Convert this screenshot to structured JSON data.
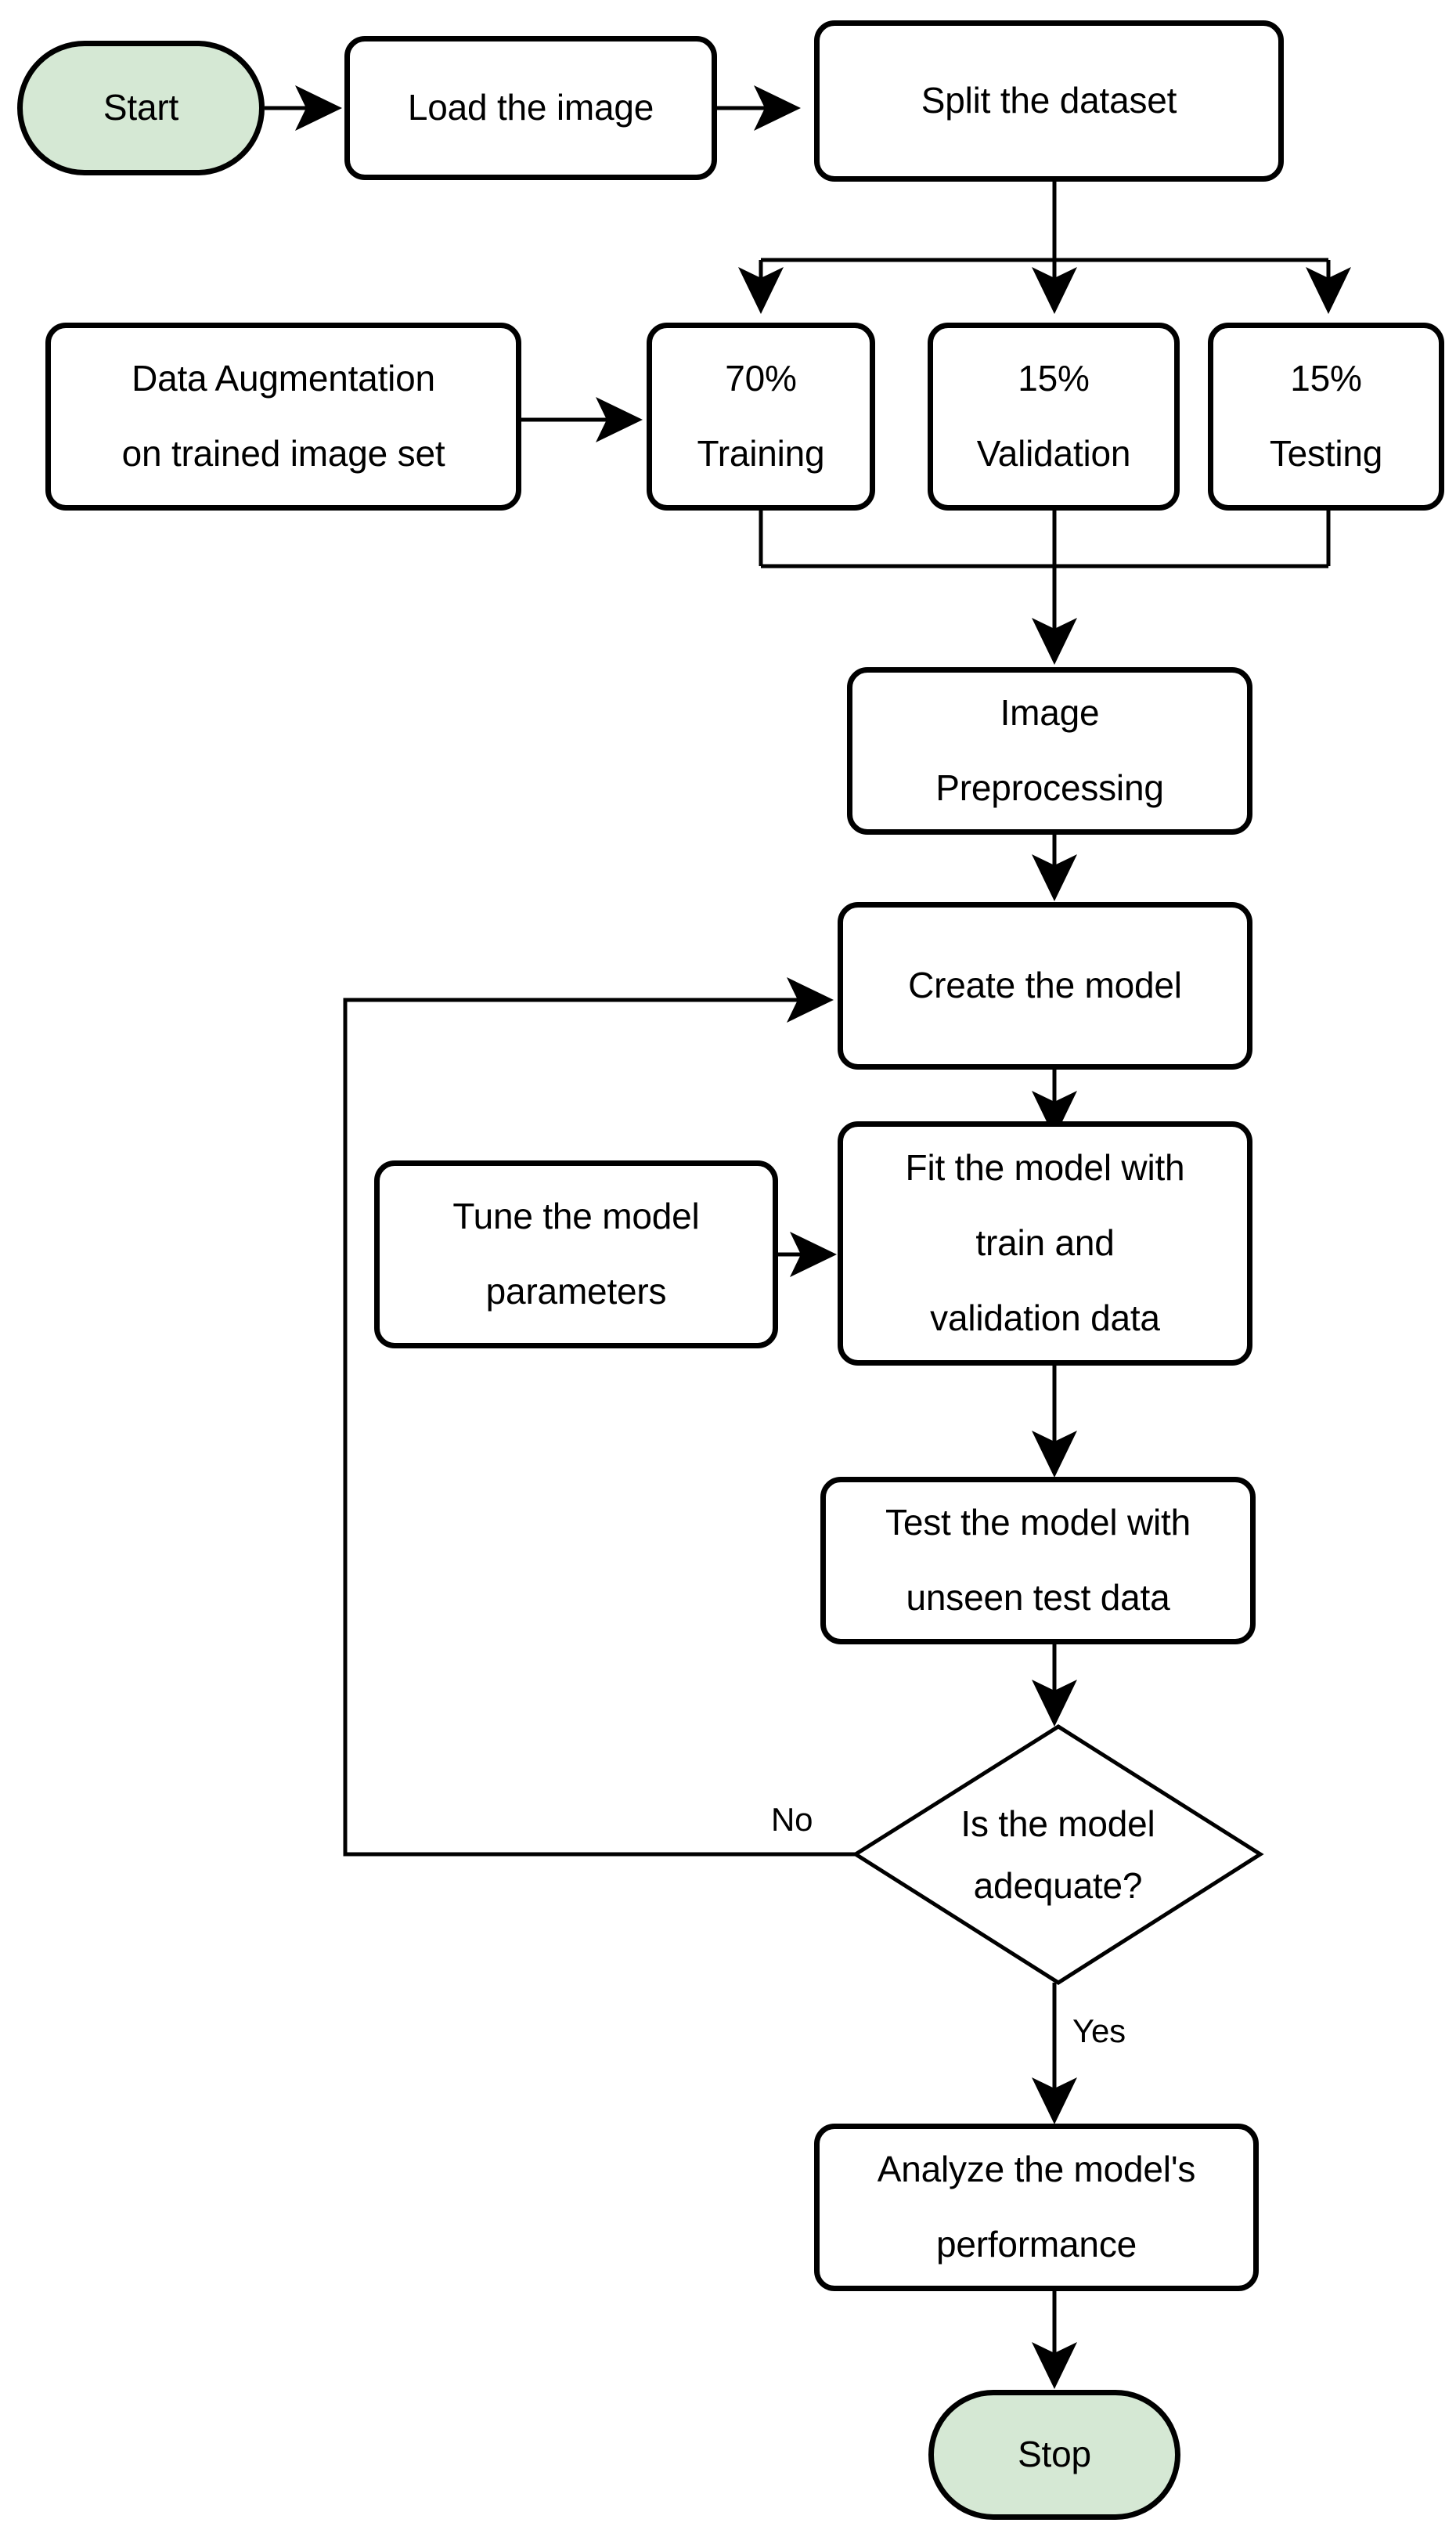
{
  "diagram": {
    "title": "Machine learning model training workflow flowchart",
    "accent_fill": "#d5e8d4",
    "stroke_color": "#000000",
    "background": "#ffffff"
  },
  "nodes": {
    "start": {
      "label": "Start",
      "shape": "terminator"
    },
    "load_image": {
      "label": "Load the image",
      "shape": "process"
    },
    "split_dataset": {
      "label": "Split the dataset",
      "shape": "process"
    },
    "data_augmentation": {
      "line1": "Data Augmentation",
      "line2": "on trained image set",
      "shape": "process"
    },
    "training": {
      "line1": "70%",
      "line2": "Training",
      "shape": "process"
    },
    "validation": {
      "line1": "15%",
      "line2": "Validation",
      "shape": "process"
    },
    "testing": {
      "line1": "15%",
      "line2": "Testing",
      "shape": "process"
    },
    "preprocessing": {
      "line1": "Image",
      "line2": "Preprocessing",
      "shape": "process"
    },
    "create_model": {
      "label": "Create the model",
      "shape": "process"
    },
    "tune_parameters": {
      "line1": "Tune the model",
      "line2": "parameters",
      "shape": "process"
    },
    "fit_model": {
      "line1": "Fit the model with",
      "line2": "train and",
      "line3": "validation data",
      "shape": "process"
    },
    "test_model": {
      "line1": "Test the model with",
      "line2": "unseen test data",
      "shape": "process"
    },
    "decision": {
      "line1": "Is the model",
      "line2": "adequate?",
      "shape": "decision"
    },
    "analyze": {
      "line1": "Analyze the model's",
      "line2": "performance",
      "shape": "process"
    },
    "stop": {
      "label": "Stop",
      "shape": "terminator"
    }
  },
  "edge_labels": {
    "no": "No",
    "yes": "Yes"
  }
}
